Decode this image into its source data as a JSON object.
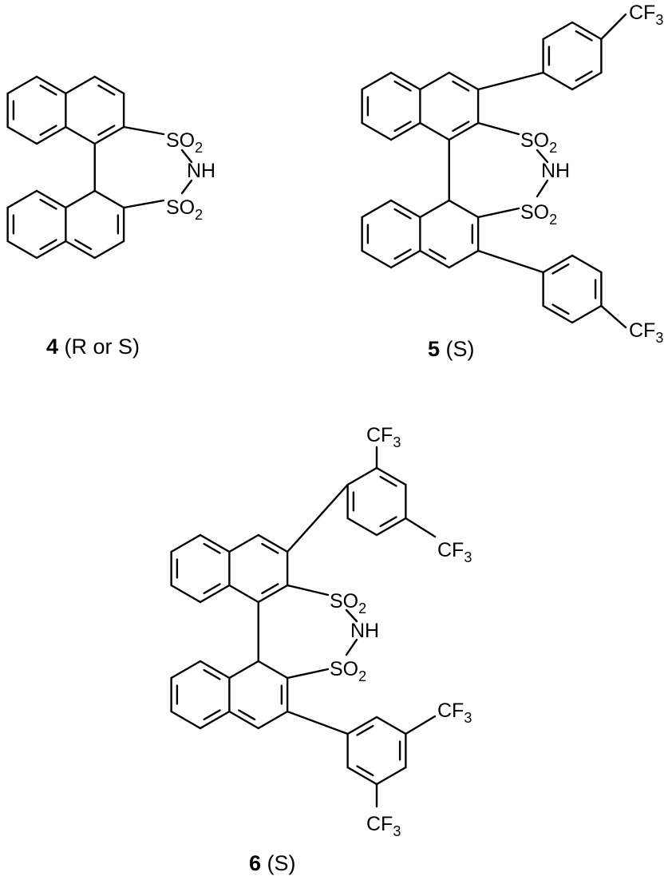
{
  "labels": {
    "sulfonyl_main": "SO",
    "sulfonyl_sub": "2",
    "imide": "NH",
    "cf_main": "CF",
    "cf_sub": "3"
  },
  "compounds": [
    {
      "number": "4",
      "config": "(R or S)"
    },
    {
      "number": "5",
      "config": "(S)"
    },
    {
      "number": "6",
      "config": "(S)"
    }
  ]
}
